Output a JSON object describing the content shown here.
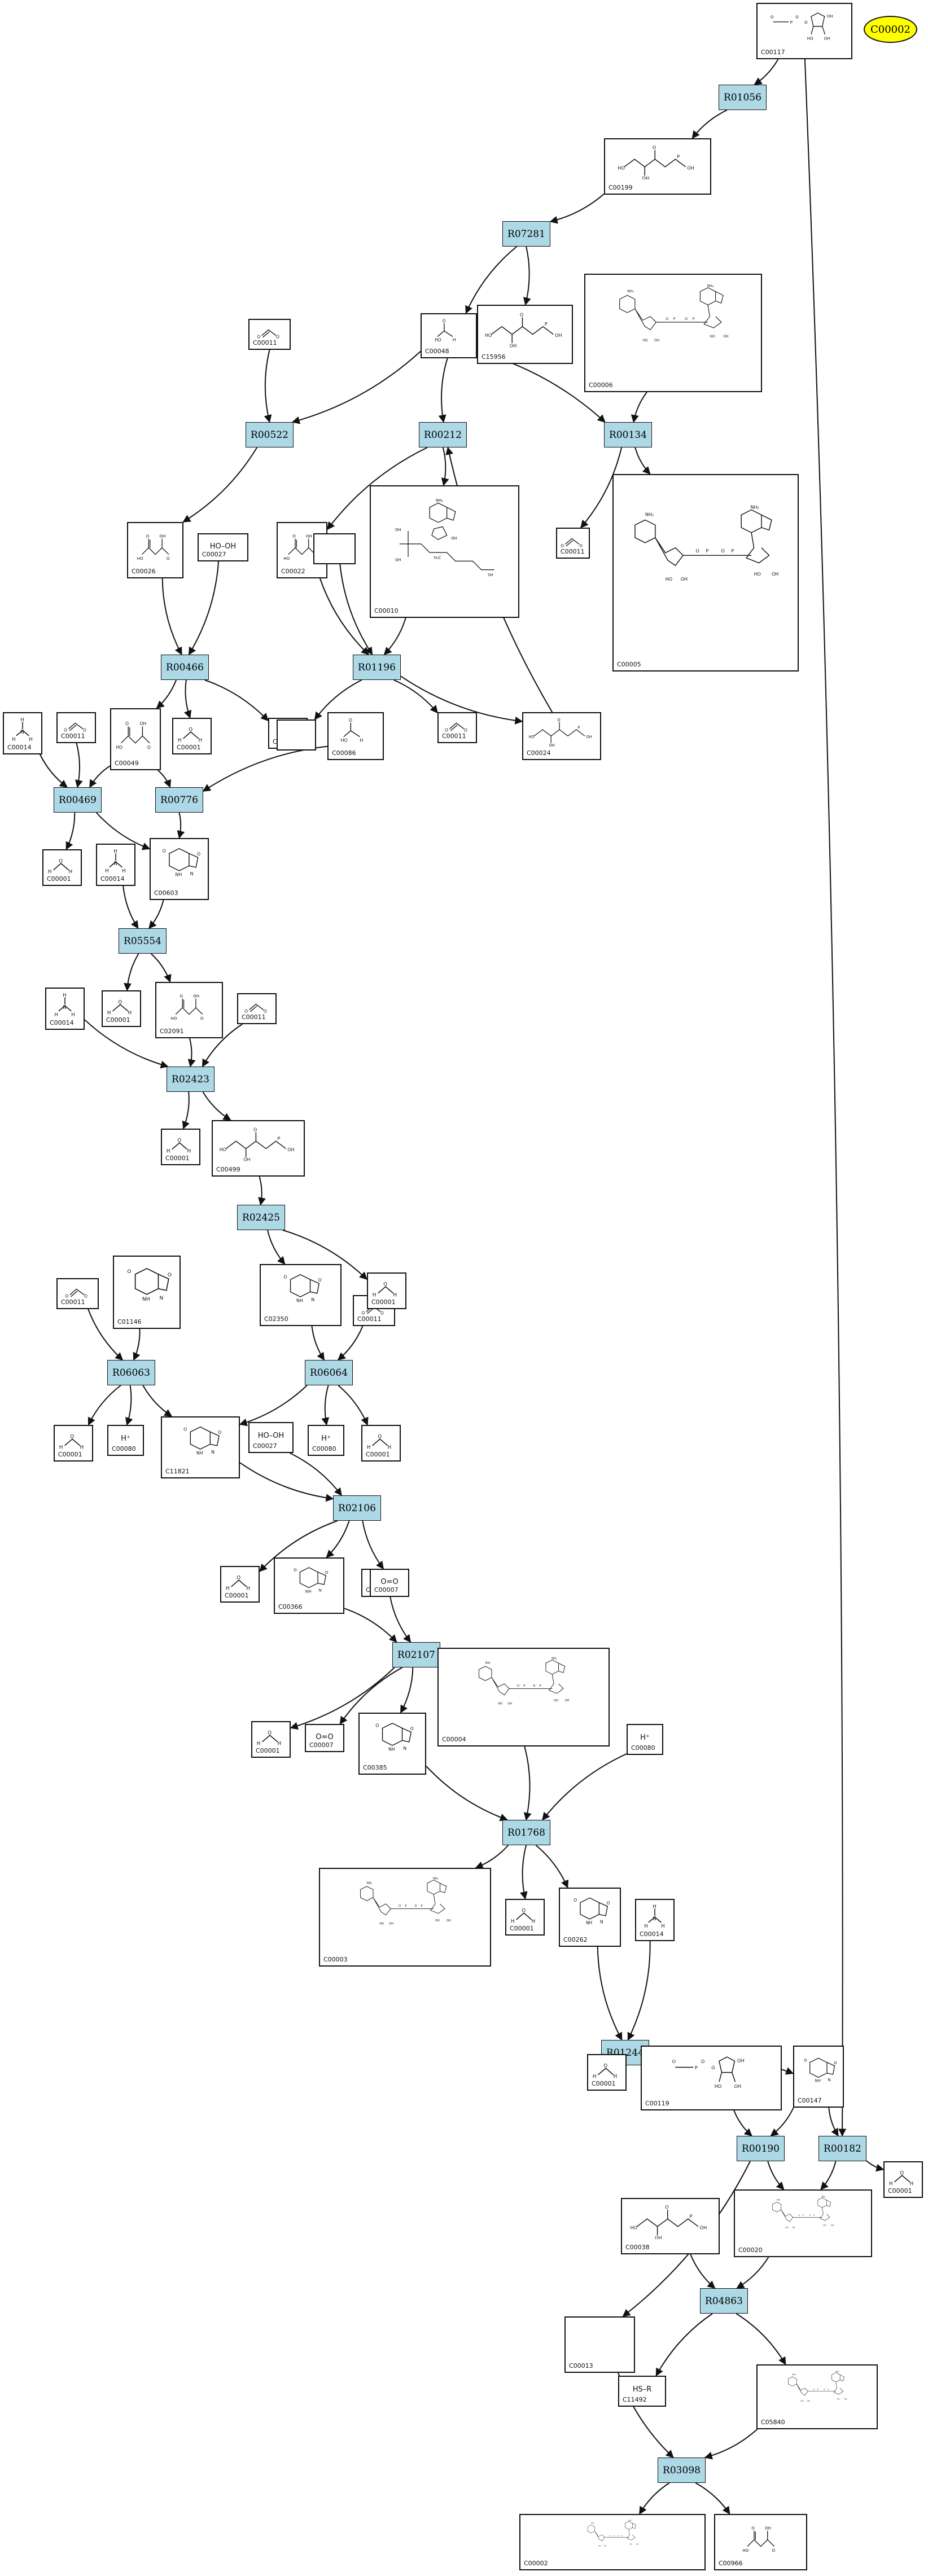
{
  "start_node": {
    "label": "C00002"
  },
  "reactions": [
    {
      "id": "R01056",
      "label": "R01056"
    },
    {
      "id": "R07281",
      "label": "R07281"
    },
    {
      "id": "R00522",
      "label": "R00522"
    },
    {
      "id": "R00212",
      "label": "R00212"
    },
    {
      "id": "R00134",
      "label": "R00134"
    },
    {
      "id": "R00466",
      "label": "R00466"
    },
    {
      "id": "R01196",
      "label": "R01196"
    },
    {
      "id": "R00469",
      "label": "R00469"
    },
    {
      "id": "R00776",
      "label": "R00776"
    },
    {
      "id": "R05554",
      "label": "R05554"
    },
    {
      "id": "R02423",
      "label": "R02423"
    },
    {
      "id": "R02425",
      "label": "R02425"
    },
    {
      "id": "R06063",
      "label": "R06063"
    },
    {
      "id": "R06064",
      "label": "R06064"
    },
    {
      "id": "R02106",
      "label": "R02106"
    },
    {
      "id": "R02107",
      "label": "R02107"
    },
    {
      "id": "R01768",
      "label": "R01768"
    },
    {
      "id": "R01244",
      "label": "R01244"
    },
    {
      "id": "R00190",
      "label": "R00190"
    },
    {
      "id": "R00182",
      "label": "R00182"
    },
    {
      "id": "R04863",
      "label": "R04863"
    },
    {
      "id": "R03098",
      "label": "R03098"
    }
  ],
  "compounds": [
    {
      "label": "C00117",
      "formula": ""
    },
    {
      "label": "C00199",
      "formula": ""
    },
    {
      "label": "C00011",
      "formula": ""
    },
    {
      "label": "C00048",
      "formula": ""
    },
    {
      "label": "C15956",
      "formula": ""
    },
    {
      "label": "C00006",
      "formula": ""
    },
    {
      "label": "C00026",
      "formula": ""
    },
    {
      "label": "C00027",
      "formula": "HO–OH"
    },
    {
      "label": "C00022",
      "formula": ""
    },
    {
      "label": "C00010",
      "formula": ""
    },
    {
      "label": "",
      "formula": ""
    },
    {
      "label": "C00011",
      "formula": ""
    },
    {
      "label": "C00005",
      "formula": ""
    },
    {
      "label": "C00014",
      "formula": ""
    },
    {
      "label": "C00011",
      "formula": ""
    },
    {
      "label": "C00049",
      "formula": ""
    },
    {
      "label": "C00001",
      "formula": ""
    },
    {
      "label": "C00007",
      "formula": "O=O"
    },
    {
      "label": "",
      "formula": ""
    },
    {
      "label": "C00086",
      "formula": ""
    },
    {
      "label": "C00011",
      "formula": ""
    },
    {
      "label": "C00024",
      "formula": ""
    },
    {
      "label": "C00001",
      "formula": ""
    },
    {
      "label": "C00014",
      "formula": ""
    },
    {
      "label": "C00603",
      "formula": ""
    },
    {
      "label": "C00014",
      "formula": ""
    },
    {
      "label": "C00001",
      "formula": ""
    },
    {
      "label": "C02091",
      "formula": ""
    },
    {
      "label": "C00011",
      "formula": ""
    },
    {
      "label": "C00001",
      "formula": ""
    },
    {
      "label": "C00499",
      "formula": ""
    },
    {
      "label": "C00011",
      "formula": ""
    },
    {
      "label": "C01146",
      "formula": ""
    },
    {
      "label": "C02350",
      "formula": ""
    },
    {
      "label": "C00011",
      "formula": ""
    },
    {
      "label": "C00001",
      "formula": ""
    },
    {
      "label": "C00001",
      "formula": ""
    },
    {
      "label": "C00080",
      "formula": "H⁺"
    },
    {
      "label": "C11821",
      "formula": ""
    },
    {
      "label": "C00027",
      "formula": "HO–OH"
    },
    {
      "label": "C00080",
      "formula": "H⁺"
    },
    {
      "label": "C00001",
      "formula": ""
    },
    {
      "label": "C00001",
      "formula": ""
    },
    {
      "label": "C00366",
      "formula": ""
    },
    {
      "label": "C00027",
      "formula": "HO–OH"
    },
    {
      "label": "C00007",
      "formula": "O=O"
    },
    {
      "label": "C00001",
      "formula": ""
    },
    {
      "label": "C00007",
      "formula": "O=O"
    },
    {
      "label": "C00385",
      "formula": ""
    },
    {
      "label": "C00004",
      "formula": ""
    },
    {
      "label": "C00080",
      "formula": "H⁺"
    },
    {
      "label": "C00003",
      "formula": ""
    },
    {
      "label": "C00001",
      "formula": ""
    },
    {
      "label": "C00262",
      "formula": ""
    },
    {
      "label": "C00014",
      "formula": ""
    },
    {
      "label": "C00001",
      "formula": ""
    },
    {
      "label": "C00119",
      "formula": ""
    },
    {
      "label": "C00147",
      "formula": ""
    },
    {
      "label": "C00038",
      "formula": ""
    },
    {
      "label": "C00020",
      "formula": ""
    },
    {
      "label": "C00001",
      "formula": ""
    },
    {
      "label": "C00013",
      "formula": ""
    },
    {
      "label": "C11492",
      "formula": "HS–R"
    },
    {
      "label": "C05840",
      "formula": ""
    },
    {
      "label": "C00002",
      "formula": ""
    },
    {
      "label": "C00966",
      "formula": ""
    }
  ],
  "colors": {
    "reaction_fill": "#add8e6",
    "start_fill": "#ffff00",
    "stroke": "#111111"
  }
}
